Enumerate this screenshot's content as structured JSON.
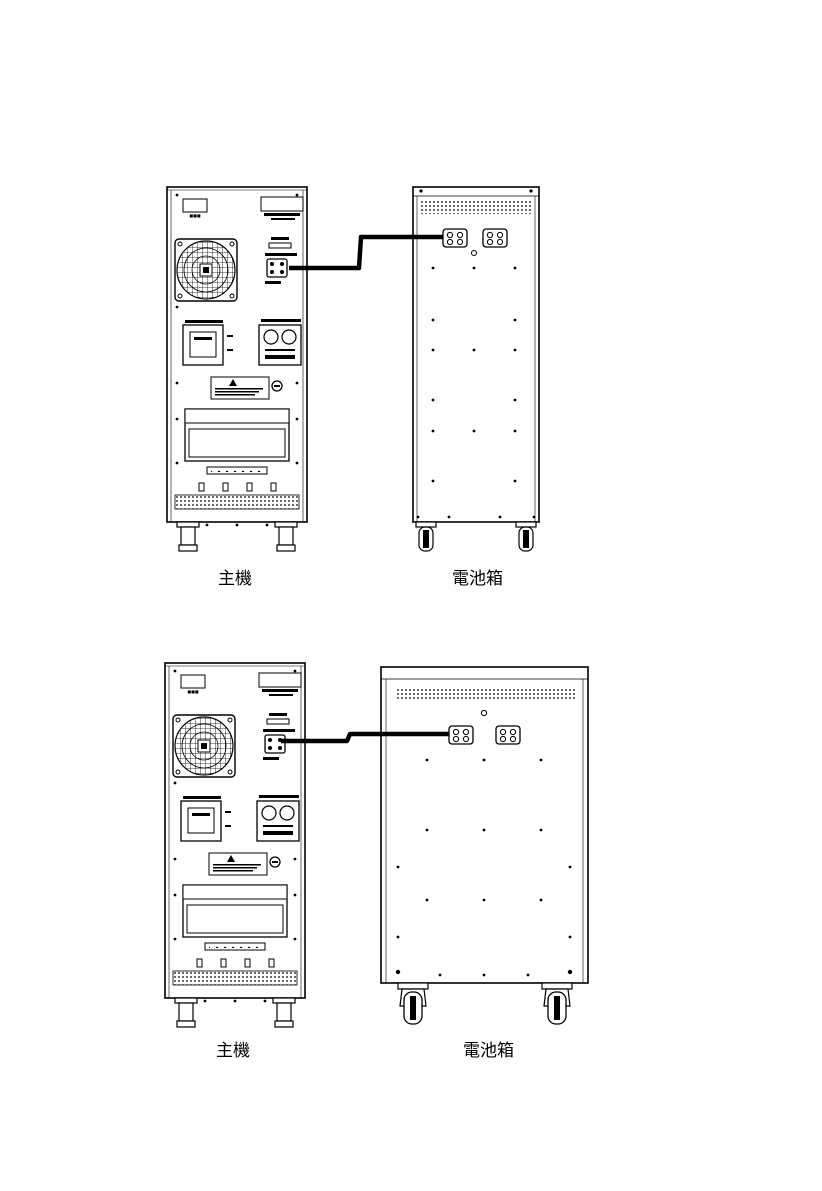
{
  "diagram_1": {
    "host_label": "主機",
    "battery_label": "電池箱"
  },
  "diagram_2": {
    "host_label": "主機",
    "battery_label": "電池箱"
  }
}
